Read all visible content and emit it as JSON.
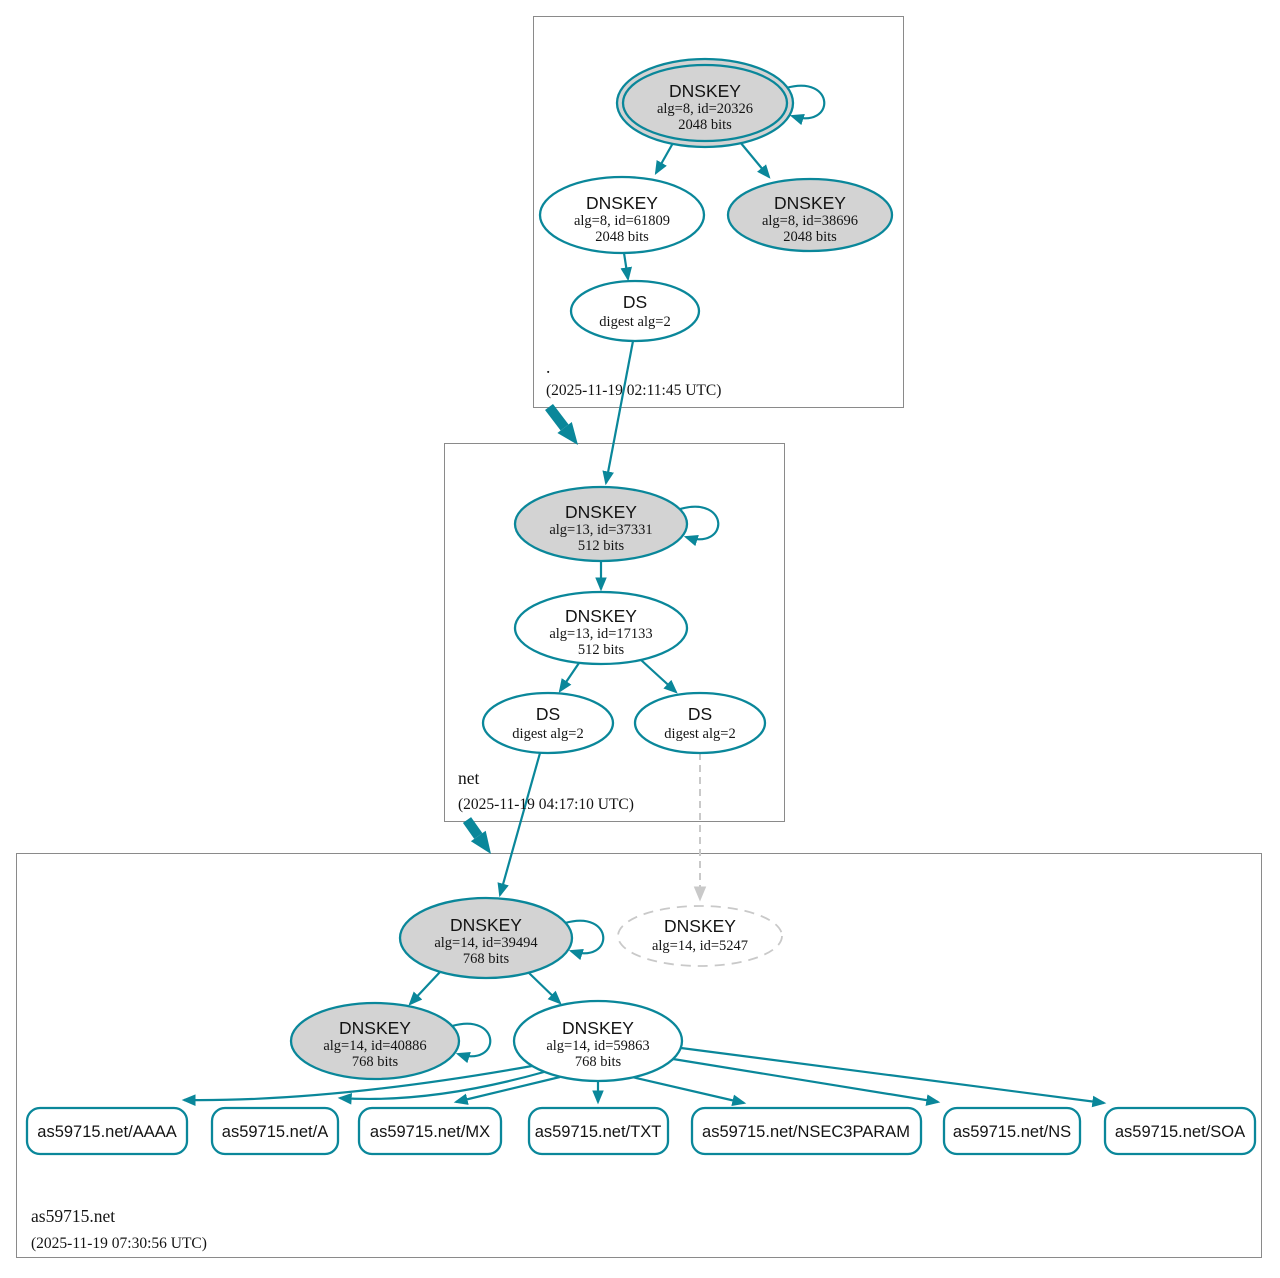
{
  "colors": {
    "secure_teal": "#0a879a",
    "key_fill_gray": "#d3d3d3",
    "missing_gray": "#c9c9c9",
    "zone_border_gray": "#8a8a8a"
  },
  "zones": [
    {
      "label": ".",
      "timestamp": "(2025-11-19 02:11:45 UTC)"
    },
    {
      "label": "net",
      "timestamp": "(2025-11-19 04:17:10 UTC)"
    },
    {
      "label": "as59715.net",
      "timestamp": "(2025-11-19 07:30:56 UTC)"
    }
  ],
  "nodes": {
    "root_ksk": {
      "type": "DNSKEY",
      "detail": "alg=8, id=20326",
      "bits": "2048 bits"
    },
    "root_zsk": {
      "type": "DNSKEY",
      "detail": "alg=8, id=61809",
      "bits": "2048 bits"
    },
    "root_ksk2": {
      "type": "DNSKEY",
      "detail": "alg=8, id=38696",
      "bits": "2048 bits"
    },
    "root_ds": {
      "type": "DS",
      "detail": "digest alg=2"
    },
    "net_ksk": {
      "type": "DNSKEY",
      "detail": "alg=13, id=37331",
      "bits": "512 bits"
    },
    "net_zsk": {
      "type": "DNSKEY",
      "detail": "alg=13, id=17133",
      "bits": "512 bits"
    },
    "net_ds1": {
      "type": "DS",
      "detail": "digest alg=2"
    },
    "net_ds2": {
      "type": "DS",
      "detail": "digest alg=2"
    },
    "as_ksk": {
      "type": "DNSKEY",
      "detail": "alg=14, id=39494",
      "bits": "768 bits"
    },
    "as_missing": {
      "type": "DNSKEY",
      "detail": "alg=14, id=5247"
    },
    "as_ksk2": {
      "type": "DNSKEY",
      "detail": "alg=14, id=40886",
      "bits": "768 bits"
    },
    "as_zsk": {
      "type": "DNSKEY",
      "detail": "alg=14, id=59863",
      "bits": "768 bits"
    }
  },
  "rrsets": [
    {
      "label": "as59715.net/AAAA"
    },
    {
      "label": "as59715.net/A"
    },
    {
      "label": "as59715.net/MX"
    },
    {
      "label": "as59715.net/TXT"
    },
    {
      "label": "as59715.net/NSEC3PARAM"
    },
    {
      "label": "as59715.net/NS"
    },
    {
      "label": "as59715.net/SOA"
    }
  ]
}
